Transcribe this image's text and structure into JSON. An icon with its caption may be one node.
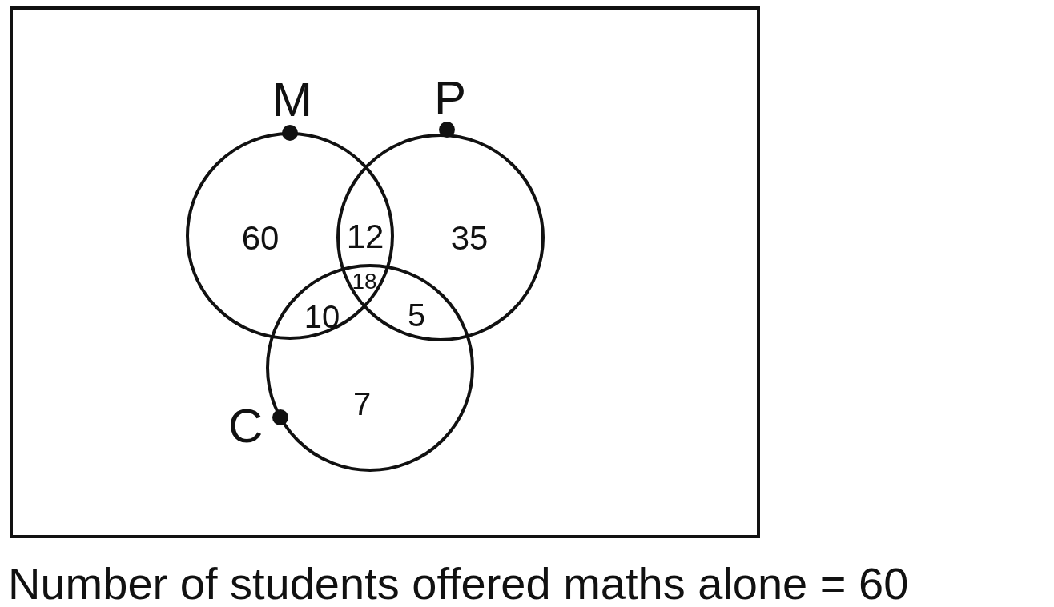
{
  "diagram": {
    "caption": "Number of students offered maths alone = 60",
    "nodes": [
      {
        "text": [],
        "shape": "box"
      },
      {
        "text": [
          "M"
        ],
        "in": 0
      },
      {
        "text": [
          "P"
        ],
        "in": 0
      },
      {
        "text": [
          "C"
        ],
        "in": 0
      }
    ],
    "labels": [
      "60",
      "12",
      "35",
      "18",
      "10",
      "5",
      "7"
    ]
  }
}
